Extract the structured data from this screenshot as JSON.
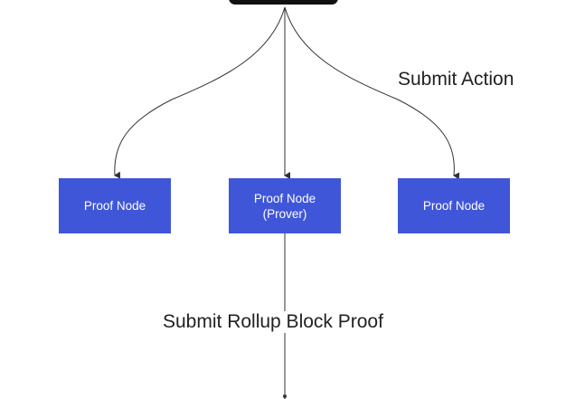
{
  "diagram": {
    "nodes": [
      {
        "id": "left",
        "lines": [
          "Proof Node"
        ]
      },
      {
        "id": "center",
        "lines": [
          "Proof Node",
          "(Prover)"
        ]
      },
      {
        "id": "right",
        "lines": [
          "Proof Node"
        ]
      }
    ],
    "edge_labels": {
      "submit_action": "Submit Action",
      "submit_rollup_block_proof": "Submit Rollup Block Proof"
    },
    "colors": {
      "node_fill": "#4056d9",
      "node_text": "#ffffff",
      "edge_stroke": "#333333",
      "top_node_fill": "#111111"
    }
  }
}
